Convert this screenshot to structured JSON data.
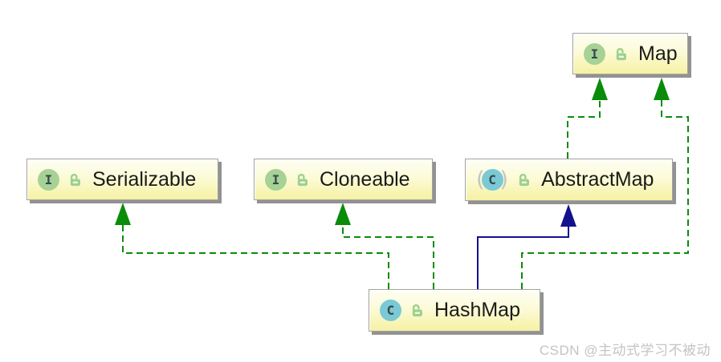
{
  "diagram": {
    "kind": "uml-class-diagram",
    "nodes": {
      "map": {
        "label": "Map",
        "stereotype": "interface",
        "icon_letter": "I"
      },
      "serializable": {
        "label": "Serializable",
        "stereotype": "interface",
        "icon_letter": "I"
      },
      "cloneable": {
        "label": "Cloneable",
        "stereotype": "interface",
        "icon_letter": "I"
      },
      "abstractmap": {
        "label": "AbstractMap",
        "stereotype": "abstract-class",
        "icon_letter": "C",
        "paren_left": "(",
        "paren_right": ")"
      },
      "hashmap": {
        "label": "HashMap",
        "stereotype": "class",
        "icon_letter": "C"
      }
    },
    "edges": [
      {
        "from": "HashMap",
        "to": "Serializable",
        "relation": "implements",
        "line": "dashed-green"
      },
      {
        "from": "HashMap",
        "to": "Cloneable",
        "relation": "implements",
        "line": "dashed-green"
      },
      {
        "from": "HashMap",
        "to": "AbstractMap",
        "relation": "extends",
        "line": "solid-navy"
      },
      {
        "from": "HashMap",
        "to": "Map",
        "relation": "implements",
        "line": "dashed-green"
      },
      {
        "from": "AbstractMap",
        "to": "Map",
        "relation": "implements",
        "line": "dashed-green"
      }
    ],
    "colors": {
      "realization_edge": "#0a8c0a",
      "generalization_edge": "#12128e",
      "interface_icon_bg": "#a6d295",
      "class_icon_bg": "#7ac9d5",
      "icon_letter_color": "#35494c",
      "lock_icon": "#9ed18c",
      "lock_slot": "#f0f8e8",
      "label_text": "#1a1a1a",
      "node_fill_top": "#fefef4",
      "node_fill_bottom": "#f6f1a3",
      "node_border": "#a2a2a2",
      "node_shadow": "#929292"
    },
    "watermark": {
      "text": "CSDN @主动式学习不被动"
    }
  }
}
